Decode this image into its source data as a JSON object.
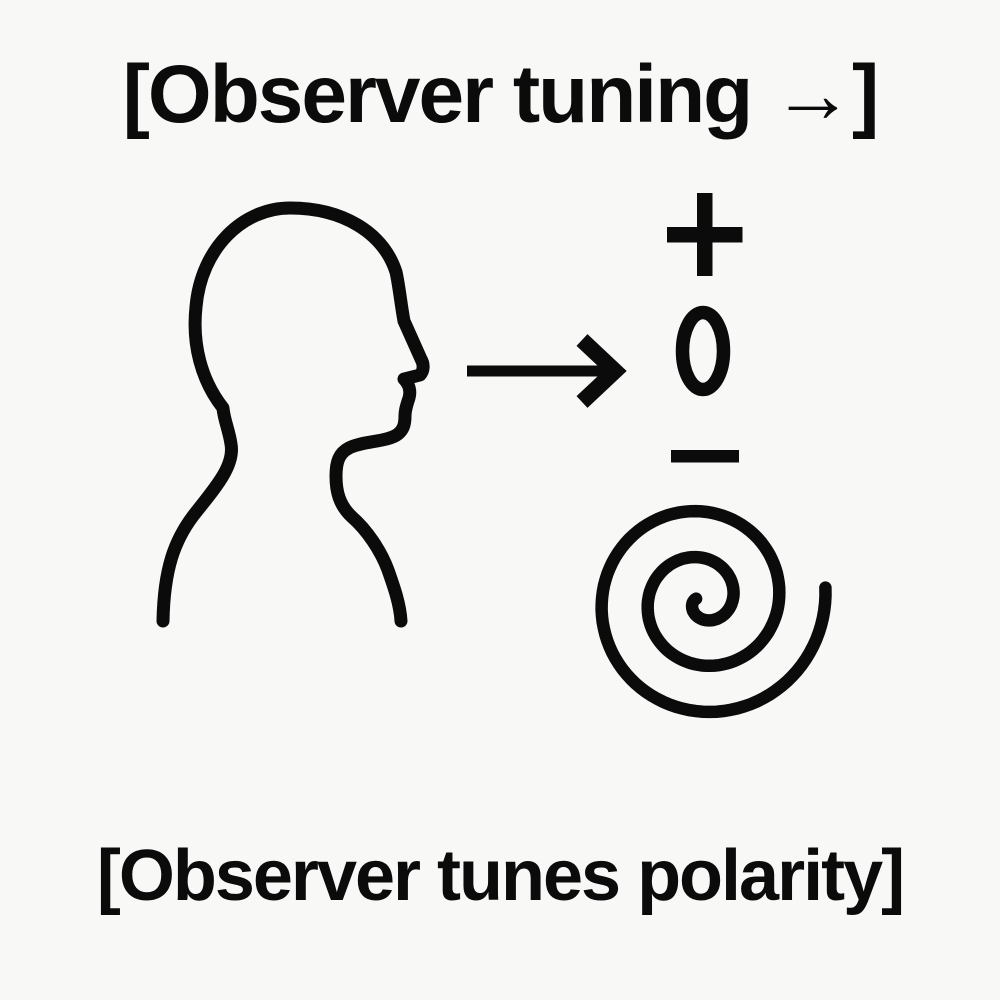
{
  "captions": {
    "top": "[Observer tuning →]",
    "bottom": "[Observer tunes polarity]"
  },
  "symbols": {
    "arrow": "→",
    "plus": "+",
    "zero": "0",
    "minus": "−",
    "head": "human head profile facing right",
    "spiral": "clockwise spiral coil"
  },
  "colors": {
    "background": "#f8f8f7",
    "ink": "#0b0b0b"
  }
}
